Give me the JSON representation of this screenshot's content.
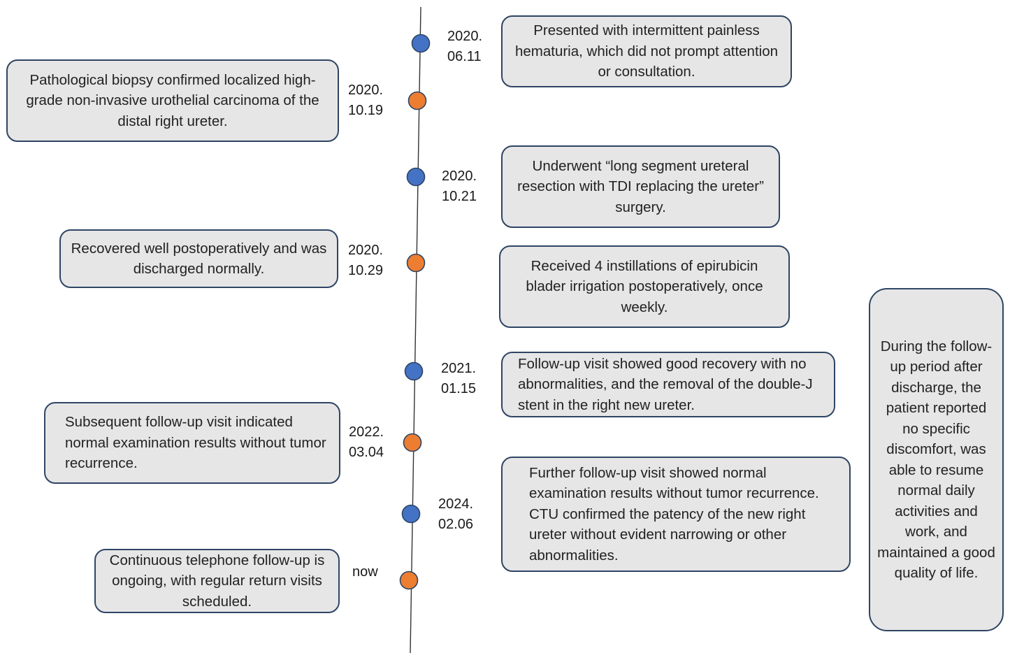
{
  "colors": {
    "blue_node": "#4472c4",
    "orange_node": "#ed7d31",
    "node_stroke": "#2e4564",
    "box_fill": "#e7e6e6",
    "box_border": "#2e4564",
    "axis_line": "#333333"
  },
  "events": [
    {
      "date": "2020.\n06.11",
      "node_color": "blue",
      "side": "right",
      "text": "Presented with intermittent painless hematuria, which did not prompt attention or consultation."
    },
    {
      "date": "2020.\n10.19",
      "node_color": "orange",
      "side": "left",
      "text": "Pathological biopsy confirmed localized high-grade non-invasive urothelial carcinoma of the distal right ureter."
    },
    {
      "date": "2020.\n10.21",
      "node_color": "blue",
      "side": "right",
      "text": "Underwent “long segment ureteral resection with TDI replacing the ureter” surgery."
    },
    {
      "date": "2020.\n10.29",
      "node_color": "orange",
      "side": "left",
      "text": "Recovered well postoperatively and was discharged normally."
    },
    {
      "date": "",
      "node_color": "",
      "side": "right",
      "text": "Received 4 instillations of epirubicin blader irrigation postoperatively, once weekly."
    },
    {
      "date": "2021.\n01.15",
      "node_color": "blue",
      "side": "right",
      "text": "Follow-up visit showed good recovery with no abnormalities, and the removal of the double-J stent in the right new ureter."
    },
    {
      "date": "2022.\n03.04",
      "node_color": "orange",
      "side": "left",
      "text": "Subsequent follow-up visit indicated normal examination results without tumor recurrence."
    },
    {
      "date": "2024.\n02.06",
      "node_color": "blue",
      "side": "right",
      "text": "Further follow-up visit showed normal examination results without tumor recurrence. CTU confirmed the patency of the new right ureter without evident narrowing or other abnormalities."
    },
    {
      "date": "now",
      "node_color": "orange",
      "side": "left",
      "text": "Continuous telephone follow-up is ongoing, with regular return visits scheduled."
    }
  ],
  "side_note": {
    "text": "During the follow-up period after discharge, the patient reported no specific discomfort, was able to resume normal daily activities and work, and maintained a good quality of life."
  }
}
